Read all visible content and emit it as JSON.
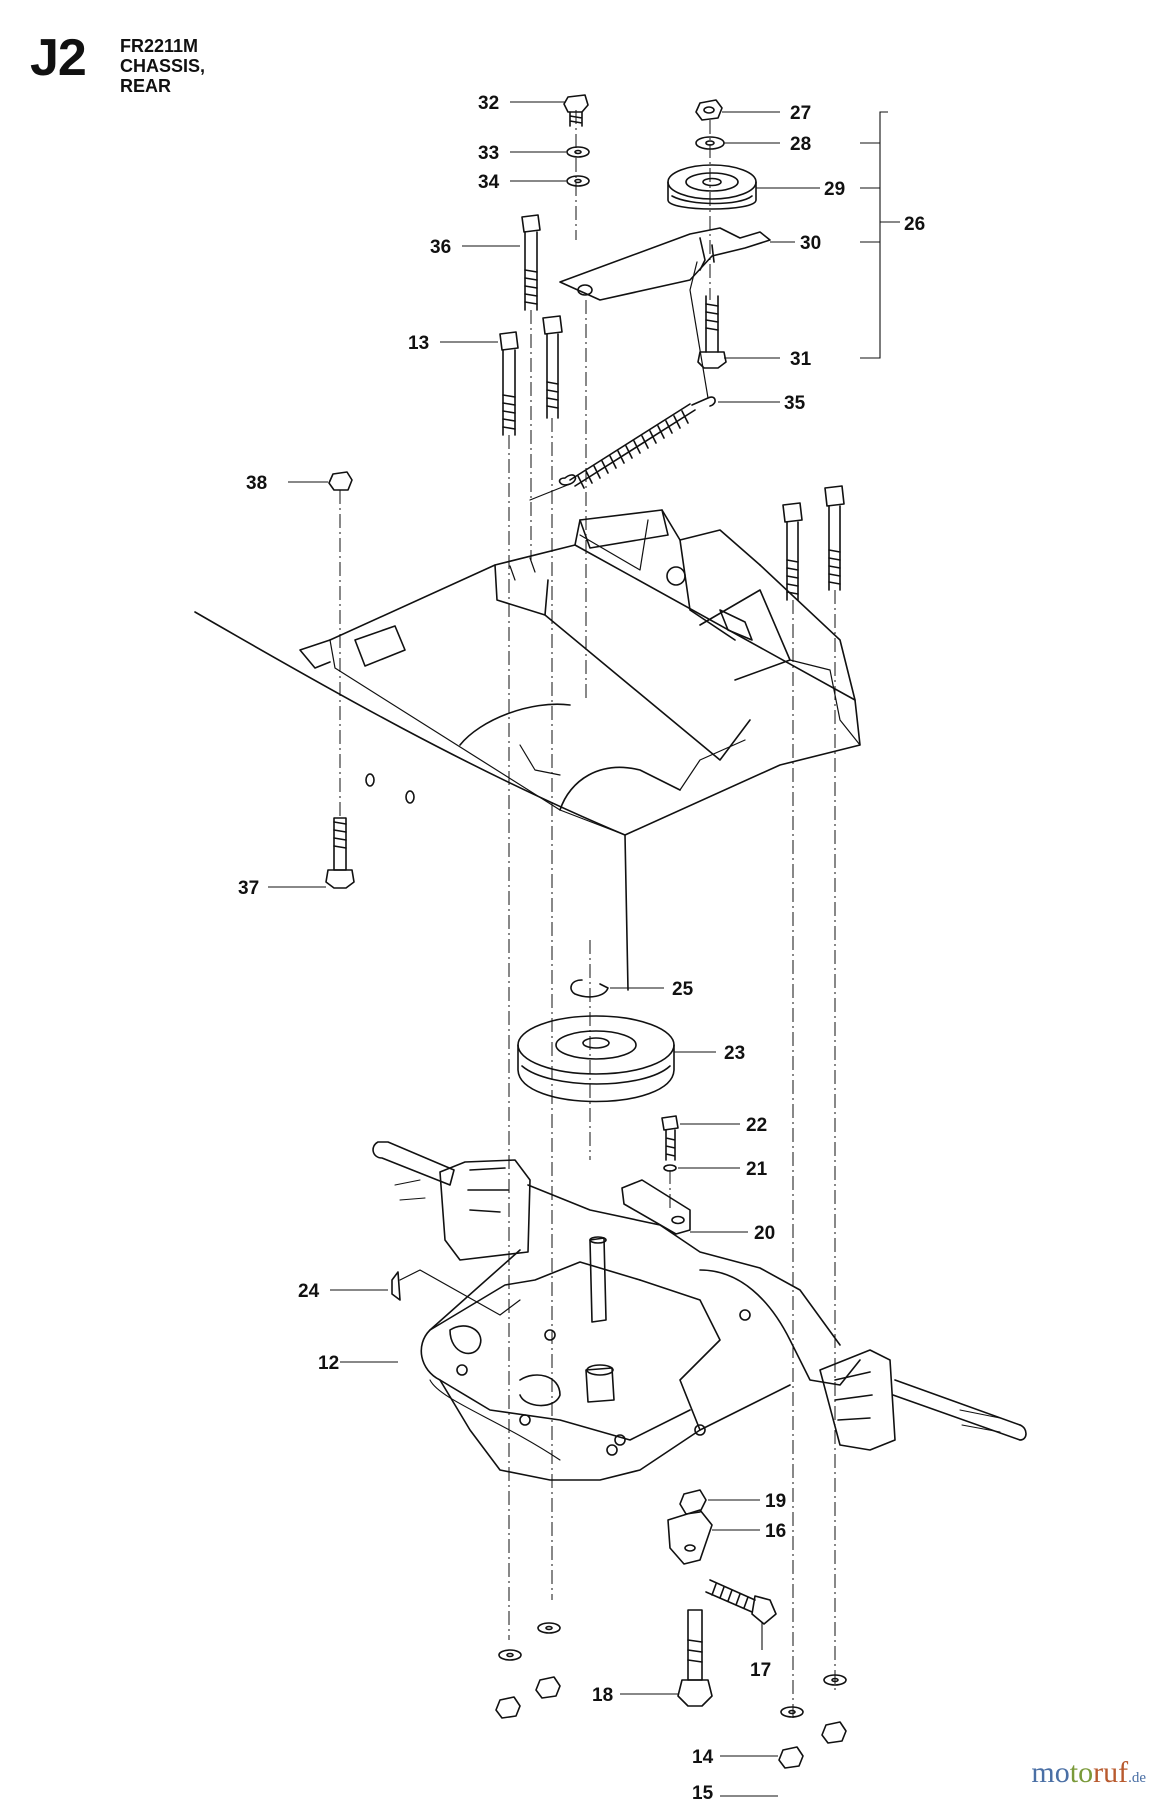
{
  "header": {
    "section_code": "J2",
    "model": "FR2211M",
    "title": "CHASSIS, REAR"
  },
  "callouts": [
    {
      "id": "32",
      "label": "32"
    },
    {
      "id": "33",
      "label": "33"
    },
    {
      "id": "34",
      "label": "34"
    },
    {
      "id": "27",
      "label": "27"
    },
    {
      "id": "28",
      "label": "28"
    },
    {
      "id": "29",
      "label": "29"
    },
    {
      "id": "26",
      "label": "26"
    },
    {
      "id": "30",
      "label": "30"
    },
    {
      "id": "36",
      "label": "36"
    },
    {
      "id": "13",
      "label": "13"
    },
    {
      "id": "31",
      "label": "31"
    },
    {
      "id": "35",
      "label": "35"
    },
    {
      "id": "38",
      "label": "38"
    },
    {
      "id": "37",
      "label": "37"
    },
    {
      "id": "25",
      "label": "25"
    },
    {
      "id": "23",
      "label": "23"
    },
    {
      "id": "22",
      "label": "22"
    },
    {
      "id": "21",
      "label": "21"
    },
    {
      "id": "20",
      "label": "20"
    },
    {
      "id": "24",
      "label": "24"
    },
    {
      "id": "12",
      "label": "12"
    },
    {
      "id": "19",
      "label": "19"
    },
    {
      "id": "16",
      "label": "16"
    },
    {
      "id": "17",
      "label": "17"
    },
    {
      "id": "18",
      "label": "18"
    },
    {
      "id": "14",
      "label": "14"
    },
    {
      "id": "15",
      "label": "15"
    }
  ],
  "watermark": {
    "part1": "mo",
    "part2": "to",
    "part3": "ruf",
    "tld": ".de"
  }
}
